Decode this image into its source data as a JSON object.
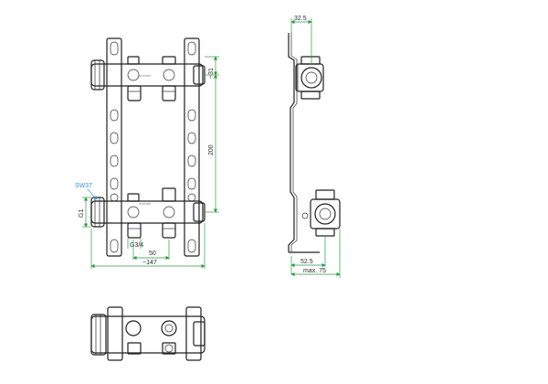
{
  "drawing": {
    "front_view": {
      "logo_text": "emmeti",
      "dimensions": {
        "top_offset": "~31",
        "center_distance": "200",
        "thread_main": "G1",
        "wrench_size": "SW37",
        "outlet_thread": "G3/4",
        "outlet_spacing": "50",
        "overall_width": "~147"
      }
    },
    "side_view": {
      "dimensions": {
        "top_depth": "32.5",
        "bottom_depth": "52.5",
        "max_depth": "max. 75"
      }
    },
    "colors": {
      "line": "#202020",
      "dimension": "#2e9a46",
      "leader": "#3a8fd6"
    }
  }
}
